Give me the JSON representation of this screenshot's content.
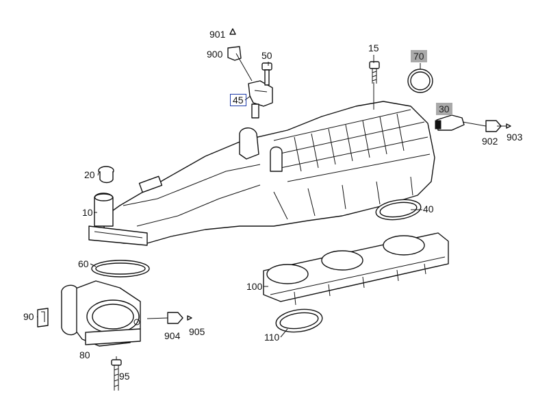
{
  "labels": {
    "p901": "901",
    "p900": "900",
    "p50": "50",
    "p15": "15",
    "p70": "70",
    "p45": "45",
    "p30": "30",
    "p902": "902",
    "p903": "903",
    "p20": "20",
    "p10": "10",
    "p40": "40",
    "p60": "60",
    "p100": "100",
    "p90": "90",
    "p904": "904",
    "p905": "905",
    "p80": "80",
    "p110": "110",
    "p95": "95"
  },
  "colors": {
    "highlight_box": "#1c3aa8",
    "grey_tag": "#a9a9a9"
  }
}
